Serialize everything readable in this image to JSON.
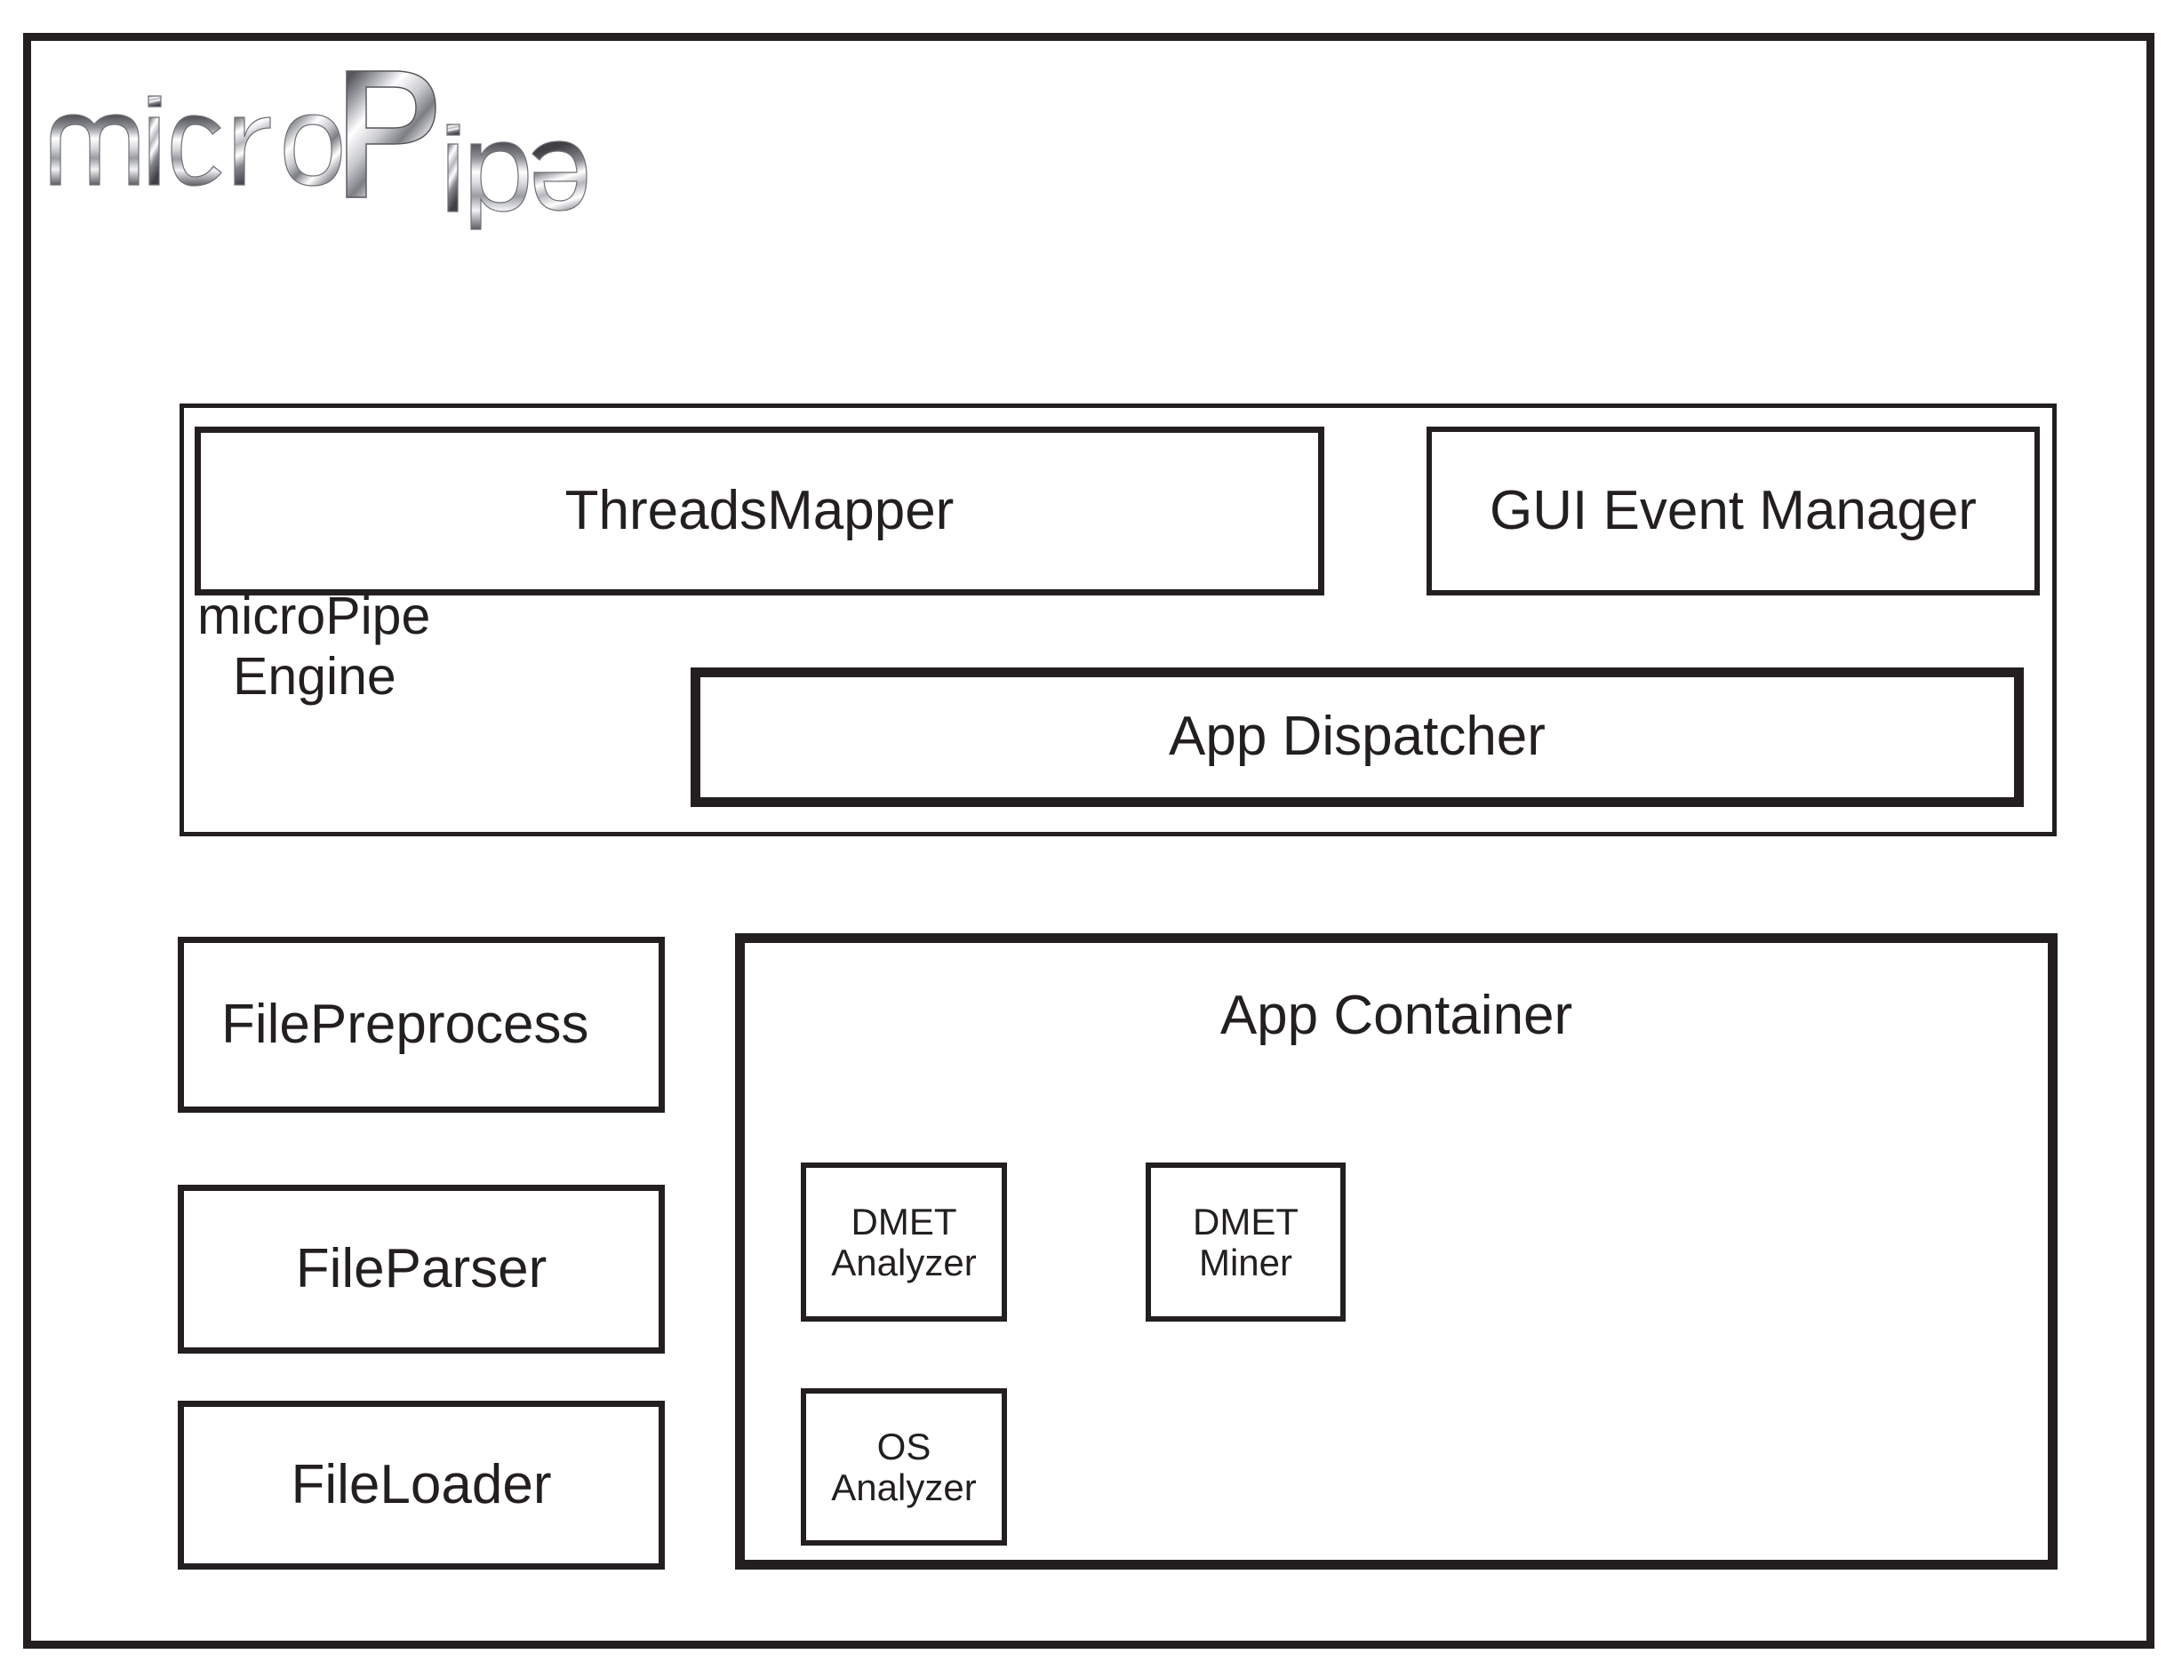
{
  "diagram": {
    "logo": {
      "text": "microPipe",
      "style_name": "chrome-metallic-wordmark",
      "parts": [
        "micro",
        "P",
        "ipe"
      ]
    },
    "engine": {
      "label": "microPipe\nEngine",
      "label_line1": "microPipe",
      "label_line2": "Engine",
      "children": {
        "threads_mapper": "ThreadsMapper",
        "gui_event_manager": "GUI Event Manager",
        "app_dispatcher": "App Dispatcher"
      }
    },
    "file_layer": [
      {
        "label": "FilePreprocess"
      },
      {
        "label": "FileParser"
      },
      {
        "label": "FileLoader"
      }
    ],
    "app_container": {
      "title": "App Container",
      "apps": [
        {
          "label": "DMET\nAnalyzer",
          "line1": "DMET",
          "line2": "Analyzer"
        },
        {
          "label": "DMET\nMiner",
          "line1": "DMET",
          "line2": "Miner"
        },
        {
          "label": "OS\nAnalyzer",
          "line1": "OS",
          "line2": "Analyzer"
        }
      ]
    },
    "colors": {
      "ink": "#231f20",
      "background": "#ffffff",
      "logo_highlight": "#ffffff",
      "logo_shadow": "#4a4a4f",
      "logo_mid": "#b8b9bd"
    }
  }
}
